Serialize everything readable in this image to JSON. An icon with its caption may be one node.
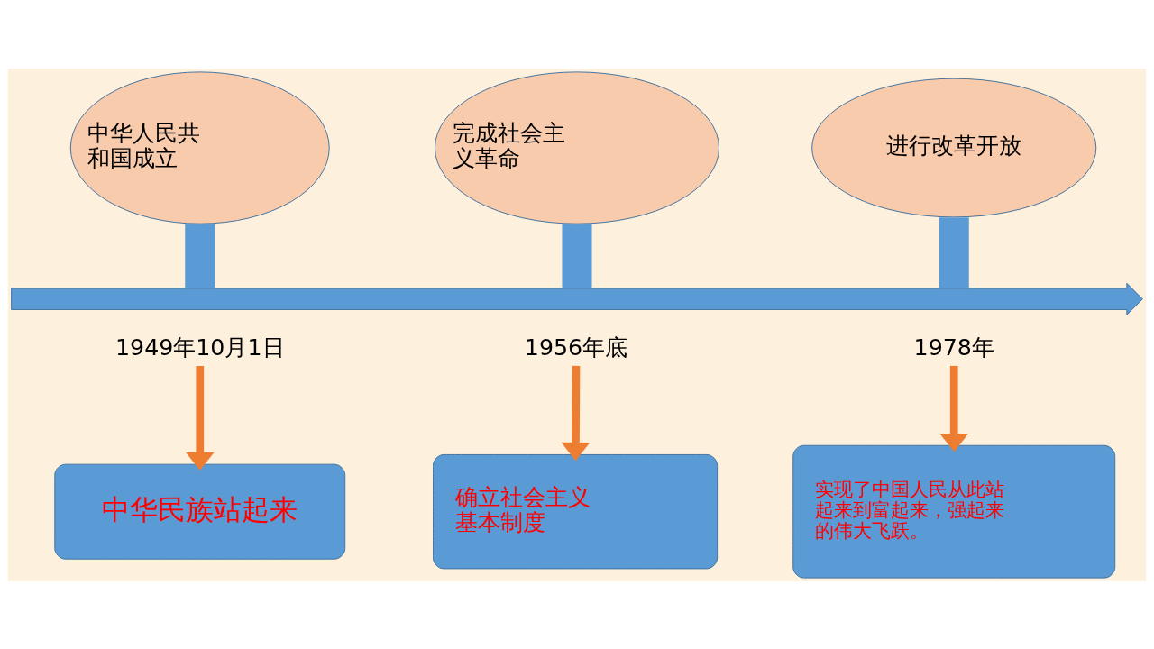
{
  "diagram": {
    "nodes": [
      {
        "text": [
          "中华人民共和国成立"
        ]
      },
      {
        "text": [
          "完成社会主义革命"
        ]
      },
      {
        "text": [
          "进行改革开放"
        ]
      },
      {
        "text": [],
        "shape": "arrow"
      },
      {
        "text": [
          "1949年10月1日"
        ]
      },
      {
        "text": [
          "1956年底"
        ]
      },
      {
        "text": [
          "1978年"
        ]
      },
      {
        "text": [
          "中华民族站起来"
        ]
      },
      {
        "text": [
          "确立社会主义基本制度"
        ]
      },
      {
        "text": [
          "实现了中国人民从此站起来到富起来，强起来的伟大飞跃。"
        ]
      }
    ],
    "edges": [
      {
        "from": 0,
        "to": 3,
        "arrow": "none",
        "style": "thick",
        "color": "#5b9bd5"
      },
      {
        "from": 1,
        "to": 3,
        "arrow": "none",
        "style": "thick",
        "color": "#5b9bd5"
      },
      {
        "from": 2,
        "to": 3,
        "arrow": "none",
        "style": "thick",
        "color": "#5b9bd5"
      },
      {
        "from": 4,
        "to": 7,
        "arrow": "to",
        "color": "#ed7d31"
      },
      {
        "from": 5,
        "to": 8,
        "arrow": "to",
        "color": "#ed7d31"
      },
      {
        "from": 6,
        "to": 9,
        "arrow": "to",
        "color": "#ed7d31"
      }
    ]
  }
}
